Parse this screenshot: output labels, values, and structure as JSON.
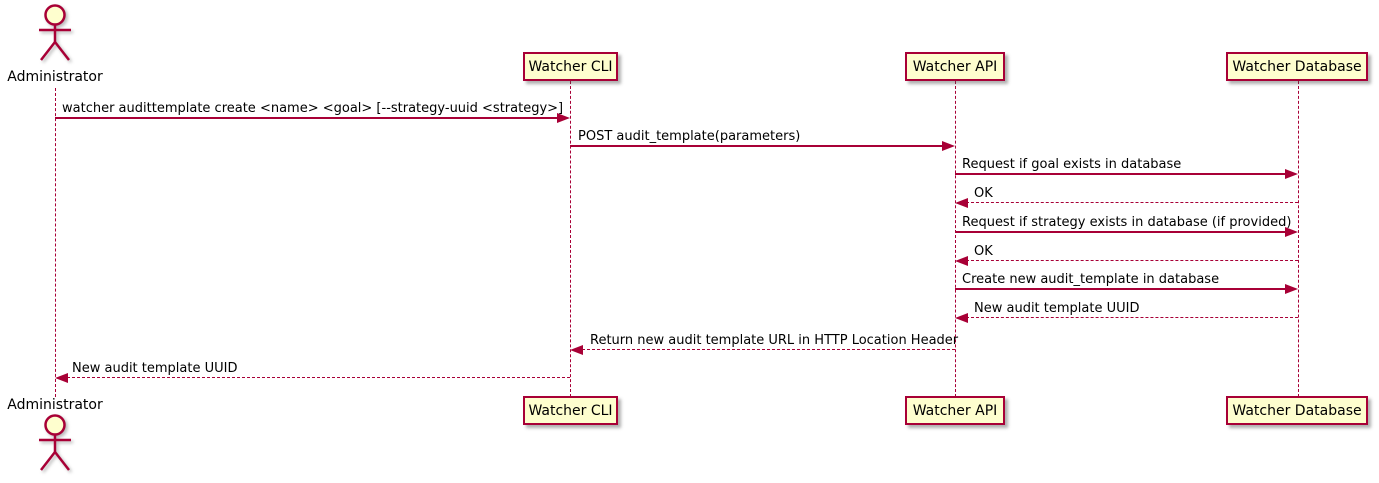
{
  "diagram": {
    "kind": "sequence-diagram",
    "actor": {
      "name": "Administrator"
    },
    "participants": [
      {
        "label": "Watcher CLI"
      },
      {
        "label": "Watcher API"
      },
      {
        "label": "Watcher Database"
      }
    ],
    "messages": [
      {
        "from": "Administrator",
        "to": "Watcher CLI",
        "style": "solid",
        "text": "watcher audittemplate create <name> <goal> [--strategy-uuid <strategy>]"
      },
      {
        "from": "Watcher CLI",
        "to": "Watcher API",
        "style": "solid",
        "text": "POST audit_template(parameters)"
      },
      {
        "from": "Watcher API",
        "to": "Watcher Database",
        "style": "solid",
        "text": "Request if goal exists in database"
      },
      {
        "from": "Watcher Database",
        "to": "Watcher API",
        "style": "dashed",
        "text": "OK"
      },
      {
        "from": "Watcher API",
        "to": "Watcher Database",
        "style": "solid",
        "text": "Request if strategy exists in database (if provided)"
      },
      {
        "from": "Watcher Database",
        "to": "Watcher API",
        "style": "dashed",
        "text": "OK"
      },
      {
        "from": "Watcher API",
        "to": "Watcher Database",
        "style": "solid",
        "text": "Create new audit_template in database"
      },
      {
        "from": "Watcher Database",
        "to": "Watcher API",
        "style": "dashed",
        "text": "New audit template UUID"
      },
      {
        "from": "Watcher API",
        "to": "Watcher CLI",
        "style": "dashed",
        "text": "Return new audit template URL in HTTP Location Header"
      },
      {
        "from": "Watcher CLI",
        "to": "Administrator",
        "style": "dashed",
        "text": "New audit template UUID"
      }
    ],
    "colors": {
      "line": "#A80036",
      "box_fill": "#FEFECE",
      "text": "#000000"
    }
  }
}
